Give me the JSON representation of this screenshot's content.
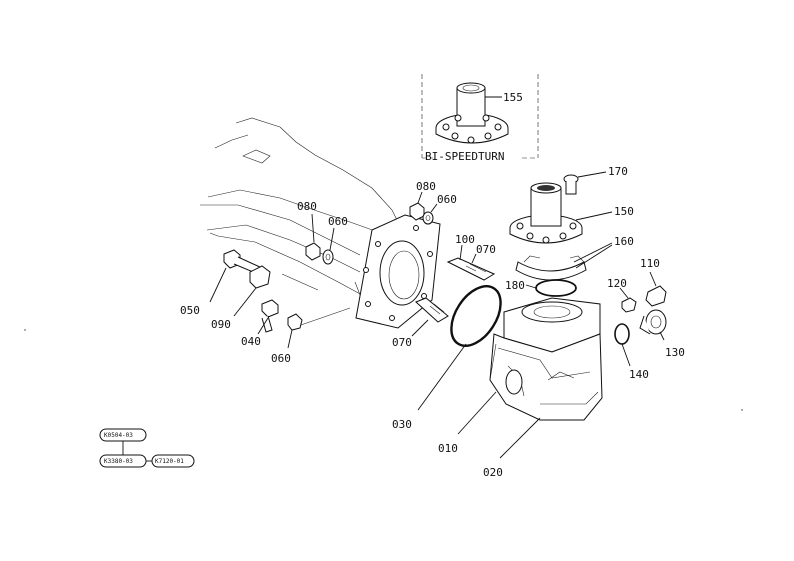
{
  "inset": {
    "caption": "BI-SPEEDTURN"
  },
  "parts": [
    {
      "id": "155",
      "label": "155"
    },
    {
      "id": "170",
      "label": "170"
    },
    {
      "id": "150",
      "label": "150"
    },
    {
      "id": "160",
      "label": "160"
    },
    {
      "id": "180",
      "label": "180"
    },
    {
      "id": "080a",
      "label": "080"
    },
    {
      "id": "060a",
      "label": "060"
    },
    {
      "id": "080b",
      "label": "080"
    },
    {
      "id": "060b",
      "label": "060"
    },
    {
      "id": "100",
      "label": "100"
    },
    {
      "id": "070a",
      "label": "070"
    },
    {
      "id": "050",
      "label": "050"
    },
    {
      "id": "090",
      "label": "090"
    },
    {
      "id": "040",
      "label": "040"
    },
    {
      "id": "060c",
      "label": "060"
    },
    {
      "id": "070b",
      "label": "070"
    },
    {
      "id": "030",
      "label": "030"
    },
    {
      "id": "010",
      "label": "010"
    },
    {
      "id": "020",
      "label": "020"
    },
    {
      "id": "110",
      "label": "110"
    },
    {
      "id": "120",
      "label": "120"
    },
    {
      "id": "130",
      "label": "130"
    },
    {
      "id": "140",
      "label": "140"
    }
  ],
  "references": [
    {
      "id": "ref1",
      "label": "K0504-03"
    },
    {
      "id": "ref2",
      "label": "K3380-03"
    },
    {
      "id": "ref3",
      "label": "K7120-01"
    }
  ]
}
